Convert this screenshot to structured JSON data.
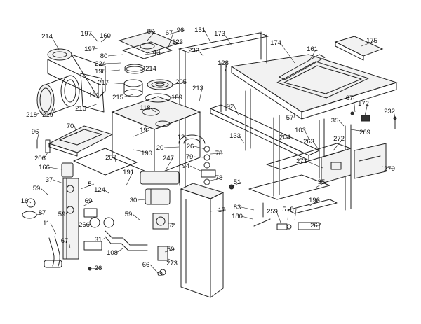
{
  "diagram": {
    "callouts": [
      {
        "id": "214a",
        "text": "214"
      },
      {
        "id": "197a",
        "text": "197"
      },
      {
        "id": "160",
        "text": "160"
      },
      {
        "id": "197b",
        "text": "197"
      },
      {
        "id": "80",
        "text": "80"
      },
      {
        "id": "224",
        "text": "224"
      },
      {
        "id": "198",
        "text": "198"
      },
      {
        "id": "89",
        "text": "89"
      },
      {
        "id": "96a",
        "text": "96"
      },
      {
        "id": "151",
        "text": "151"
      },
      {
        "id": "173",
        "text": "173"
      },
      {
        "id": "123",
        "text": "123"
      },
      {
        "id": "232a",
        "text": "232"
      },
      {
        "id": "174",
        "text": "174"
      },
      {
        "id": "161",
        "text": "161"
      },
      {
        "id": "175",
        "text": "175"
      },
      {
        "id": "43",
        "text": "43"
      },
      {
        "id": "67a",
        "text": "67"
      },
      {
        "id": "214b",
        "text": "214"
      },
      {
        "id": "205",
        "text": "205"
      },
      {
        "id": "128",
        "text": "128"
      },
      {
        "id": "191a",
        "text": "191"
      },
      {
        "id": "217",
        "text": "217"
      },
      {
        "id": "215",
        "text": "215"
      },
      {
        "id": "189",
        "text": "189"
      },
      {
        "id": "213",
        "text": "213"
      },
      {
        "id": "218",
        "text": "218"
      },
      {
        "id": "219",
        "text": "219"
      },
      {
        "id": "216",
        "text": "216"
      },
      {
        "id": "118",
        "text": "118"
      },
      {
        "id": "92",
        "text": "92"
      },
      {
        "id": "67b",
        "text": "67"
      },
      {
        "id": "172",
        "text": "172"
      },
      {
        "id": "232b",
        "text": "232"
      },
      {
        "id": "57",
        "text": "57"
      },
      {
        "id": "35",
        "text": "35"
      },
      {
        "id": "269",
        "text": "269"
      },
      {
        "id": "70",
        "text": "70"
      },
      {
        "id": "191b",
        "text": "191"
      },
      {
        "id": "12",
        "text": "12"
      },
      {
        "id": "96b",
        "text": "96"
      },
      {
        "id": "20",
        "text": "20"
      },
      {
        "id": "26a",
        "text": "26"
      },
      {
        "id": "78a",
        "text": "78"
      },
      {
        "id": "133",
        "text": "133"
      },
      {
        "id": "204",
        "text": "204"
      },
      {
        "id": "103",
        "text": "103"
      },
      {
        "id": "263",
        "text": "263"
      },
      {
        "id": "272",
        "text": "272"
      },
      {
        "id": "206",
        "text": "206"
      },
      {
        "id": "190",
        "text": "190"
      },
      {
        "id": "207",
        "text": "207"
      },
      {
        "id": "79",
        "text": "79"
      },
      {
        "id": "247",
        "text": "247"
      },
      {
        "id": "94",
        "text": "94"
      },
      {
        "id": "271",
        "text": "271"
      },
      {
        "id": "270",
        "text": "270"
      },
      {
        "id": "166",
        "text": "166"
      },
      {
        "id": "191c",
        "text": "191"
      },
      {
        "id": "78b",
        "text": "78"
      },
      {
        "id": "37",
        "text": "37"
      },
      {
        "id": "5a",
        "text": "5"
      },
      {
        "id": "124",
        "text": "124"
      },
      {
        "id": "51",
        "text": "51"
      },
      {
        "id": "59a",
        "text": "59"
      },
      {
        "id": "30",
        "text": "30"
      },
      {
        "id": "16",
        "text": "16"
      },
      {
        "id": "69",
        "text": "69"
      },
      {
        "id": "17",
        "text": "17"
      },
      {
        "id": "35b",
        "text": "35"
      },
      {
        "id": "196",
        "text": "196"
      },
      {
        "id": "87",
        "text": "87"
      },
      {
        "id": "59b",
        "text": "59"
      },
      {
        "id": "83",
        "text": "83"
      },
      {
        "id": "180",
        "text": "180"
      },
      {
        "id": "259",
        "text": "259"
      },
      {
        "id": "5b",
        "text": "5"
      },
      {
        "id": "8",
        "text": "8"
      },
      {
        "id": "11",
        "text": "11"
      },
      {
        "id": "266",
        "text": "266"
      },
      {
        "id": "59c",
        "text": "59"
      },
      {
        "id": "52",
        "text": "52"
      },
      {
        "id": "267",
        "text": "267"
      },
      {
        "id": "67c",
        "text": "67"
      },
      {
        "id": "31",
        "text": "31"
      },
      {
        "id": "108",
        "text": "108"
      },
      {
        "id": "59d",
        "text": "59"
      },
      {
        "id": "273",
        "text": "273"
      },
      {
        "id": "26b",
        "text": "26"
      },
      {
        "id": "66",
        "text": "66"
      }
    ]
  }
}
